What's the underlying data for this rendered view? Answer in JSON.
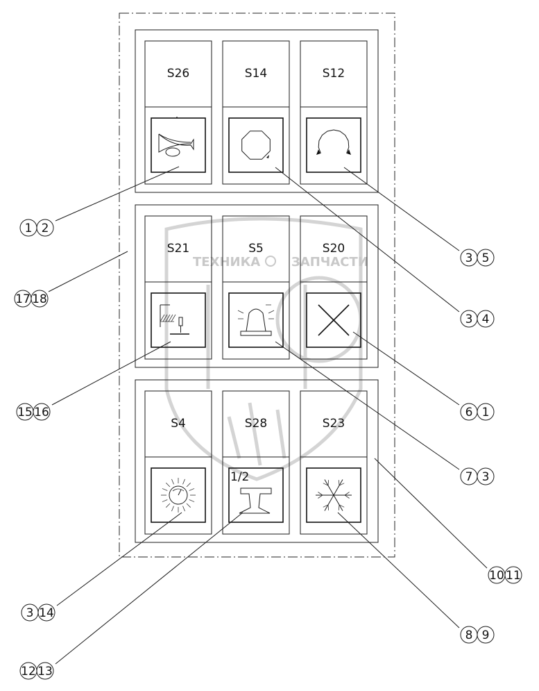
{
  "panels": [
    {
      "id": "top",
      "switches": [
        {
          "label": "S26",
          "icon": "horn-icon"
        },
        {
          "label": "S14",
          "icon": "octagon-icon"
        },
        {
          "label": "S12",
          "icon": "circular-arrows-icon"
        }
      ]
    },
    {
      "id": "middle",
      "switches": [
        {
          "label": "S21",
          "icon": "level-gauge-icon"
        },
        {
          "label": "S5",
          "icon": "beacon-light-icon"
        },
        {
          "label": "S20",
          "icon": "cross-icon"
        }
      ]
    },
    {
      "id": "bottom",
      "switches": [
        {
          "label": "S4",
          "icon": "work-light-icon"
        },
        {
          "label": "S28",
          "icon": "rail-wheel-icon",
          "sublabel": "1/2"
        },
        {
          "label": "S23",
          "icon": "snowflake-icon"
        }
      ]
    }
  ],
  "callouts": [
    {
      "a": "1",
      "b": "2"
    },
    {
      "a": "17",
      "b": "18"
    },
    {
      "a": "15",
      "b": "16"
    },
    {
      "a": "3",
      "b": "5"
    },
    {
      "a": "3",
      "b": "4"
    },
    {
      "a": "6",
      "b": "1"
    },
    {
      "a": "7",
      "b": "3"
    },
    {
      "a": "10",
      "b": "11"
    },
    {
      "a": "3",
      "b": "14"
    },
    {
      "a": "8",
      "b": "9"
    },
    {
      "a": "12",
      "b": "13"
    }
  ],
  "watermark": {
    "left": "ТЕХНИКА",
    "right": "ЗАПЧАСТИ"
  }
}
